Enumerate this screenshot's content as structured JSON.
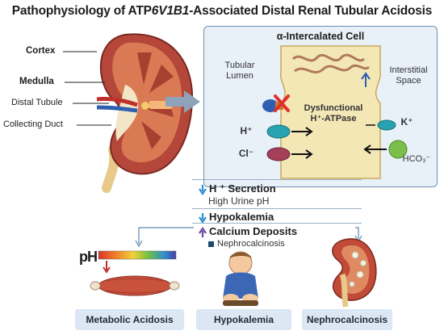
{
  "title": {
    "prefix": "Pathophysiology of ATP",
    "gene": "6V1B1",
    "suffix": "-Associated Distal Renal Tubular Acidosis"
  },
  "kidney_labels": {
    "cortex": "Cortex",
    "medulla": "Medulla",
    "distal_tubule": "Distal Tubule",
    "collecting_duct": "Collecting Duct"
  },
  "cell": {
    "title": "α-Intercalated Cell",
    "tubular_lumen": "Tubular\nLumen",
    "interstitial_space": "Interstitial\nSpace",
    "dysfunctional": "Dysfunctional",
    "atpase": "H⁺-ATPase",
    "h_ion": "H⁺",
    "cl_ion": "Cl⁻",
    "k_ion": "K⁺",
    "hco3_ion": "HCO₃⁻"
  },
  "effects": {
    "h_secretion": "H ⁺ Secretion",
    "high_urine_ph": "High Urine pH",
    "hypokalemia": "Hypokalemia",
    "calcium_deposits": "Calcium Deposits",
    "nephrocalcinosis_small": "Nephrocalcinosis"
  },
  "ph_label": "pH",
  "bottom_labels": {
    "metabolic_acidosis": "Metabolic Acidosis",
    "hypokalemia": "Hypokalemia",
    "nephrocalcinosis": "Nephrocalcinosis"
  },
  "colors": {
    "panel_bg": "#e8f0f8",
    "arrow_blue": "#2f8fd0",
    "arrow_purple": "#6a4aa0",
    "label_bg": "#dbe7f3",
    "cross_red": "#e0302a"
  },
  "icons": [
    "kidney-illustration",
    "muscle-icon",
    "child-icon",
    "kidney-stones-icon",
    "ph-scale-icon"
  ]
}
